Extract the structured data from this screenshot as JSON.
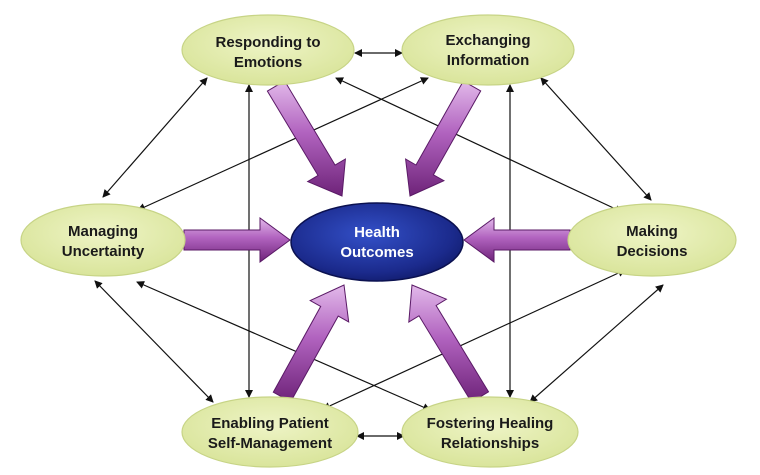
{
  "colors": {
    "node_fill": "#dfe9a6",
    "node_stroke": "#c7d486",
    "center_fill": "#1b2a8c",
    "arrow_purple_dark": "#7a2a86",
    "arrow_purple_light": "#d7a6df",
    "connector": "#111111"
  },
  "center": {
    "line1": "Health",
    "line2": "Outcomes"
  },
  "nodes": [
    {
      "id": "responding",
      "line1": "Responding to",
      "line2": "Emotions"
    },
    {
      "id": "exchanging",
      "line1": "Exchanging",
      "line2": "Information"
    },
    {
      "id": "uncertainty",
      "line1": "Managing",
      "line2": "Uncertainty"
    },
    {
      "id": "decisions",
      "line1": "Making",
      "line2": "Decisions"
    },
    {
      "id": "selfmanagement",
      "line1": "Enabling Patient",
      "line2": "Self-Management"
    },
    {
      "id": "healing",
      "line1": "Fostering Healing",
      "line2": "Relationships"
    }
  ]
}
